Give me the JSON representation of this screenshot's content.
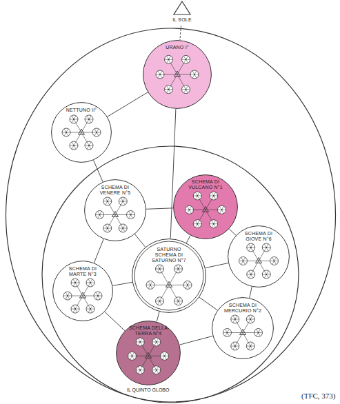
{
  "diagram": {
    "caption": "(TFC, 373)",
    "nodes": [
      {
        "text": [
          "IL SOLE"
        ]
      },
      {
        "text": [
          "URANO I°"
        ]
      },
      {
        "text": [
          "NETTUNO II°"
        ]
      },
      {
        "text": [
          "SCHEMA DI VENERE N°5"
        ]
      },
      {
        "text": [
          "SCHEMA DI VULCANO N°1"
        ]
      },
      {
        "text": [
          "SCHEMA DI GIOVE N°6"
        ]
      },
      {
        "text": [
          "SATURNO",
          "SCHEMA DI SATURNO N°7"
        ]
      },
      {
        "text": [
          "SCHEMA DI MARTE N°3"
        ]
      },
      {
        "text": [
          "SCHEMA DI MERCURIO N°2"
        ]
      },
      {
        "text": [
          "SCHEMA DELLA TERRA N°4"
        ]
      }
    ],
    "edges": [
      {
        "from": 0,
        "to": 1,
        "arrow": "none"
      },
      {
        "from": 1,
        "to": 2,
        "arrow": "none"
      },
      {
        "from": 1,
        "to": 6,
        "arrow": "none"
      },
      {
        "from": 2,
        "to": 3,
        "arrow": "none"
      },
      {
        "from": 3,
        "to": 4,
        "arrow": "none"
      },
      {
        "from": 4,
        "to": 5,
        "arrow": "none"
      },
      {
        "from": 5,
        "to": 8,
        "arrow": "none"
      },
      {
        "from": 8,
        "to": 9,
        "arrow": "none"
      },
      {
        "from": 9,
        "to": 7,
        "arrow": "none"
      },
      {
        "from": 7,
        "to": 3,
        "arrow": "none"
      },
      {
        "from": 3,
        "to": 6,
        "arrow": "none"
      },
      {
        "from": 4,
        "to": 6,
        "arrow": "none"
      },
      {
        "from": 5,
        "to": 6,
        "arrow": "none"
      },
      {
        "from": 7,
        "to": 6,
        "arrow": "none"
      },
      {
        "from": 8,
        "to": 6,
        "arrow": "none"
      },
      {
        "from": 9,
        "to": 6,
        "arrow": "none"
      }
    ],
    "labels": [
      "IL QUINTO GLOBO"
    ]
  }
}
